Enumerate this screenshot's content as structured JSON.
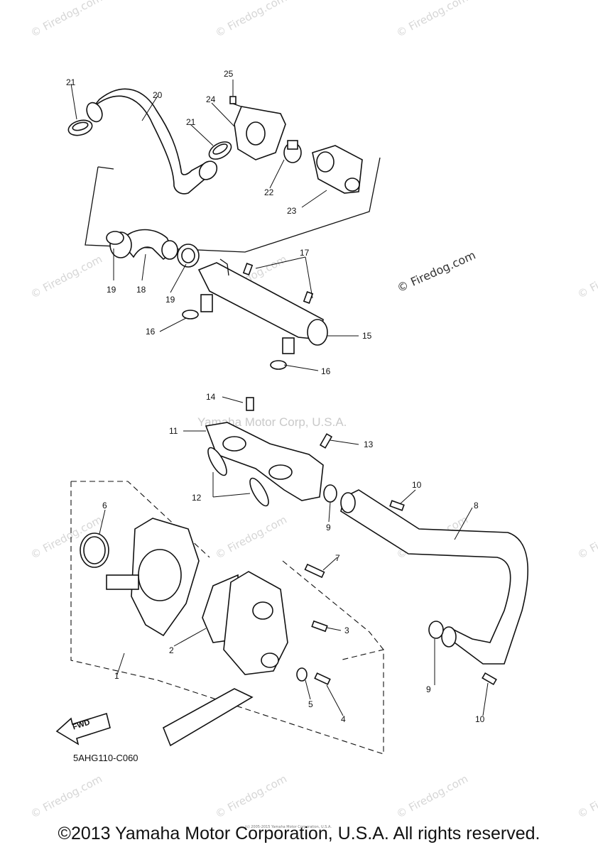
{
  "diagram": {
    "part_code": "5AHG110-C060",
    "forward_label": "FWD",
    "watermark_center": "Yamaha Motor Corp, U.S.A.",
    "watermark_small": "© Firedog.com",
    "firedog_mark": "© Firedog.com",
    "tiny_notice": "(c) 2005-2015 Yamaha Motor Corporation, U.S.A.",
    "callouts": [
      {
        "id": "c1",
        "text": "1"
      },
      {
        "id": "c2",
        "text": "2"
      },
      {
        "id": "c3",
        "text": "3"
      },
      {
        "id": "c4",
        "text": "4"
      },
      {
        "id": "c5",
        "text": "5"
      },
      {
        "id": "c6",
        "text": "6"
      },
      {
        "id": "c7",
        "text": "7"
      },
      {
        "id": "c8",
        "text": "8"
      },
      {
        "id": "c9a",
        "text": "9"
      },
      {
        "id": "c9b",
        "text": "9"
      },
      {
        "id": "c10a",
        "text": "10"
      },
      {
        "id": "c10b",
        "text": "10"
      },
      {
        "id": "c11",
        "text": "11"
      },
      {
        "id": "c12",
        "text": "12"
      },
      {
        "id": "c13",
        "text": "13"
      },
      {
        "id": "c14",
        "text": "14"
      },
      {
        "id": "c15",
        "text": "15"
      },
      {
        "id": "c16a",
        "text": "16"
      },
      {
        "id": "c16b",
        "text": "16"
      },
      {
        "id": "c17",
        "text": "17"
      },
      {
        "id": "c18",
        "text": "18"
      },
      {
        "id": "c19a",
        "text": "19"
      },
      {
        "id": "c19b",
        "text": "19"
      },
      {
        "id": "c20",
        "text": "20"
      },
      {
        "id": "c21a",
        "text": "21"
      },
      {
        "id": "c21b",
        "text": "21"
      },
      {
        "id": "c22",
        "text": "22"
      },
      {
        "id": "c23",
        "text": "23"
      },
      {
        "id": "c24",
        "text": "24"
      },
      {
        "id": "c25",
        "text": "25"
      }
    ]
  },
  "footer": {
    "copyright": "©2013 Yamaha Motor Corporation, U.S.A. All rights reserved."
  }
}
